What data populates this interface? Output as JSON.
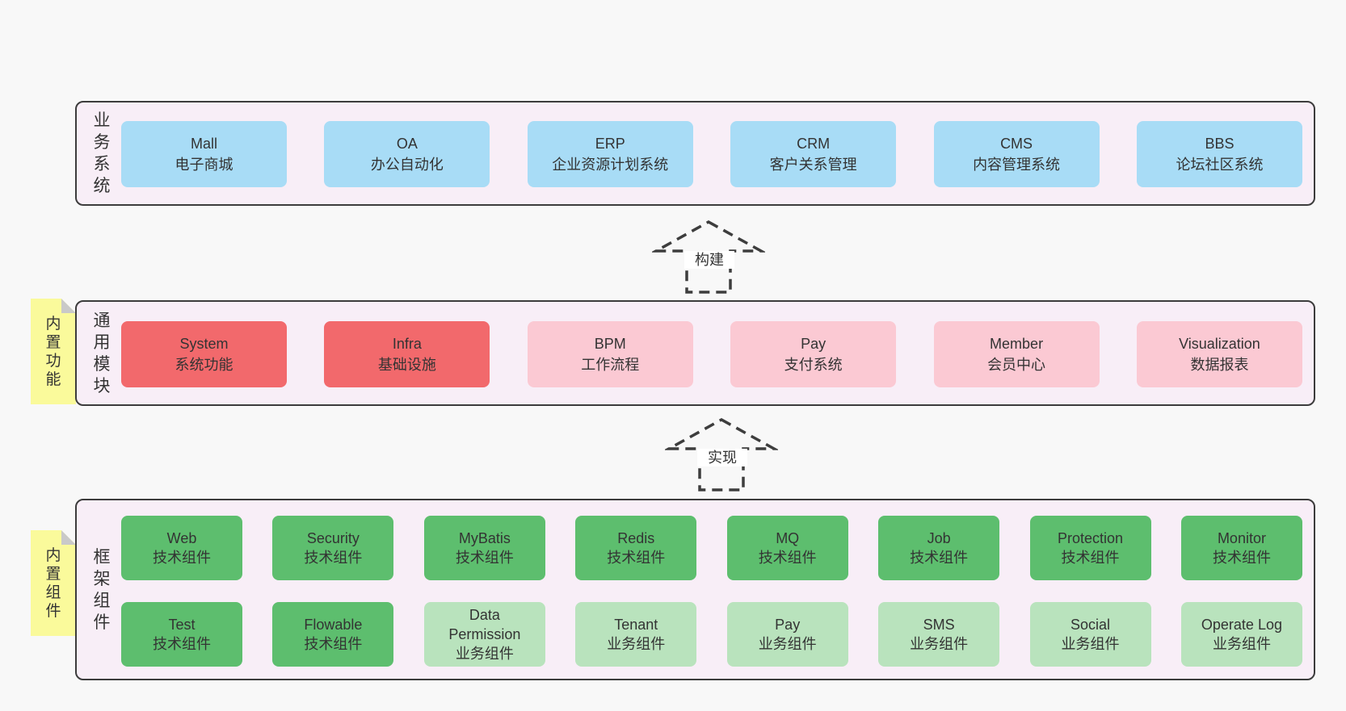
{
  "colors": {
    "page_bg": "#f8f8f8",
    "panel_bg": "#f8eef7",
    "panel_border": "#3c3c3c",
    "blue": "#a8dcf6",
    "red": "#f2696c",
    "pink": "#fbc9d3",
    "green": "#5dbe6e",
    "lightgreen": "#b9e3bd",
    "tag_bg": "#fafa9b",
    "tag_fold": "#c9c9c9",
    "arrow_stroke": "#3d3d3d"
  },
  "layers": [
    {
      "label": "业务系统",
      "tag": null,
      "rows": [
        [
          {
            "title": "Mall",
            "subtitle": "电子商城",
            "color": "blue"
          },
          {
            "title": "OA",
            "subtitle": "办公自动化",
            "color": "blue"
          },
          {
            "title": "ERP",
            "subtitle": "企业资源计划系统",
            "color": "blue"
          },
          {
            "title": "CRM",
            "subtitle": "客户关系管理",
            "color": "blue"
          },
          {
            "title": "CMS",
            "subtitle": "内容管理系统",
            "color": "blue"
          },
          {
            "title": "BBS",
            "subtitle": "论坛社区系统",
            "color": "blue"
          }
        ]
      ]
    },
    {
      "label": "通用模块",
      "tag": "内置功能",
      "rows": [
        [
          {
            "title": "System",
            "subtitle": "系统功能",
            "color": "red"
          },
          {
            "title": "Infra",
            "subtitle": "基础设施",
            "color": "red"
          },
          {
            "title": "BPM",
            "subtitle": "工作流程",
            "color": "pink"
          },
          {
            "title": "Pay",
            "subtitle": "支付系统",
            "color": "pink"
          },
          {
            "title": "Member",
            "subtitle": "会员中心",
            "color": "pink"
          },
          {
            "title": "Visualization",
            "subtitle": "数据报表",
            "color": "pink"
          }
        ]
      ]
    },
    {
      "label": "框架组件",
      "tag": "内置组件",
      "rows": [
        [
          {
            "title": "Web",
            "subtitle": "技术组件",
            "color": "green"
          },
          {
            "title": "Security",
            "subtitle": "技术组件",
            "color": "green"
          },
          {
            "title": "MyBatis",
            "subtitle": "技术组件",
            "color": "green"
          },
          {
            "title": "Redis",
            "subtitle": "技术组件",
            "color": "green"
          },
          {
            "title": "MQ",
            "subtitle": "技术组件",
            "color": "green"
          },
          {
            "title": "Job",
            "subtitle": "技术组件",
            "color": "green"
          },
          {
            "title": "Protection",
            "subtitle": "技术组件",
            "color": "green"
          },
          {
            "title": "Monitor",
            "subtitle": "技术组件",
            "color": "green"
          }
        ],
        [
          {
            "title": "Test",
            "subtitle": "技术组件",
            "color": "green"
          },
          {
            "title": "Flowable",
            "subtitle": "技术组件",
            "color": "green"
          },
          {
            "title": "Data Permission",
            "subtitle": "业务组件",
            "color": "lightgreen"
          },
          {
            "title": "Tenant",
            "subtitle": "业务组件",
            "color": "lightgreen"
          },
          {
            "title": "Pay",
            "subtitle": "业务组件",
            "color": "lightgreen"
          },
          {
            "title": "SMS",
            "subtitle": "业务组件",
            "color": "lightgreen"
          },
          {
            "title": "Social",
            "subtitle": "业务组件",
            "color": "lightgreen"
          },
          {
            "title": "Operate Log",
            "subtitle": "业务组件",
            "color": "lightgreen"
          }
        ]
      ]
    }
  ],
  "arrows": [
    {
      "label": "构建"
    },
    {
      "label": "实现"
    }
  ]
}
